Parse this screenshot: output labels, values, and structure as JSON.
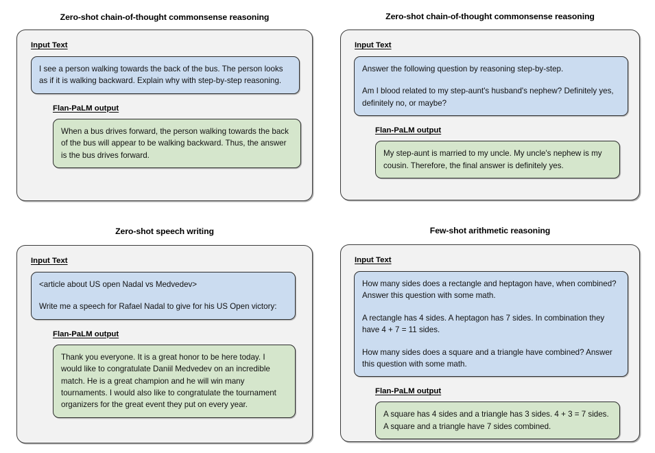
{
  "labels": {
    "input": "Input Text",
    "output": "Flan-PaLM output"
  },
  "colors": {
    "panel_bg": "#f2f2f2",
    "panel_border": "#3a3a3a",
    "input_bubble_bg": "#cbdcf0",
    "output_bubble_bg": "#d5e6cc",
    "bubble_border": "#2d2d2d",
    "text": "#111111",
    "page_bg": "#ffffff"
  },
  "panels": [
    {
      "title": "Zero-shot chain-of-thought commonsense reasoning",
      "input_paragraphs": [
        "I see a person walking towards the back of the bus. The person looks as if it is walking backward. Explain why with step-by-step reasoning."
      ],
      "output_paragraphs": [
        "When a bus drives forward, the person walking towards the back of the bus will appear to be walking backward. Thus, the answer is the bus drives forward."
      ]
    },
    {
      "title": "Zero-shot chain-of-thought commonsense reasoning",
      "input_paragraphs": [
        "Answer the following question by reasoning step-by-step.",
        "Am I blood related to my step-aunt's husband's nephew? Definitely yes, definitely no, or maybe?"
      ],
      "output_paragraphs": [
        "My step-aunt is married to my uncle. My uncle's nephew is my cousin. Therefore, the final answer is definitely yes."
      ]
    },
    {
      "title": "Zero-shot speech writing",
      "input_paragraphs": [
        "<article about US open Nadal vs Medvedev>",
        "Write me a speech for Rafael Nadal to give for his US Open victory:"
      ],
      "output_paragraphs": [
        "Thank you everyone. It is a great honor to be here today. I would like to congratulate Daniil Medvedev on an incredible match. He is a great champion and he will win many tournaments. I would also like to congratulate the tournament organizers for the great event they put on every year."
      ]
    },
    {
      "title": "Few-shot arithmetic reasoning",
      "input_paragraphs": [
        "How many sides does a rectangle and heptagon have, when combined? Answer this question with some math.",
        "A rectangle has 4 sides. A heptagon has 7 sides. In combination they have 4 + 7 = 11 sides.",
        "How many sides does a square and a triangle have combined? Answer this question with some math."
      ],
      "output_paragraphs": [
        "A square has 4 sides and a triangle has 3 sides. 4 + 3 = 7 sides. A square and a triangle have 7 sides combined."
      ]
    }
  ]
}
